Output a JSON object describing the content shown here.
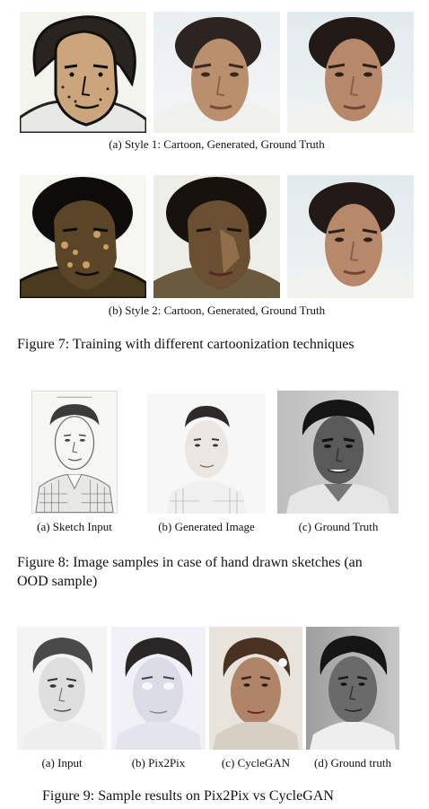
{
  "figure7": {
    "subcaption_a": "(a) Style 1: Cartoon, Generated, Ground Truth",
    "subcaption_b": "(b) Style 2: Cartoon, Generated, Ground Truth",
    "caption": "Figure 7: Training with different cartoonization techniques"
  },
  "figure8": {
    "subcaption_a": "(a) Sketch Input",
    "subcaption_b": "(b) Generated Image",
    "subcaption_c": "(c) Ground Truth",
    "caption_line1": "Figure 8: Image samples in case of hand drawn sketches (an",
    "caption_line2": "OOD sample)"
  },
  "figure9": {
    "subcaption_a": "(a) Input",
    "subcaption_b": "(b) Pix2Pix",
    "subcaption_c": "(c) CycleGAN",
    "subcaption_d": "(d) Ground truth",
    "caption": "Figure 9: Sample results on Pix2Pix vs CycleGAN"
  },
  "colors": {
    "text": "#111111",
    "background": "#ffffff"
  }
}
